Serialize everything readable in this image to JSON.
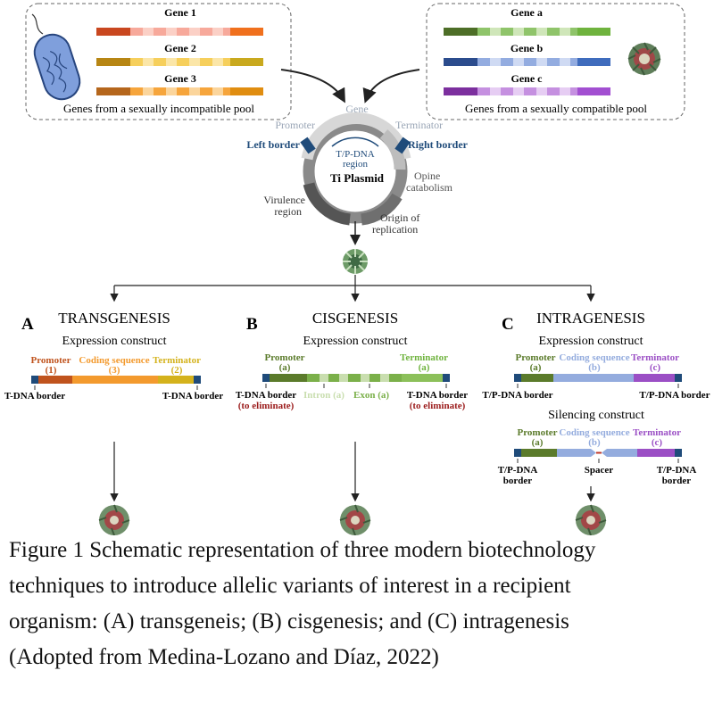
{
  "top": {
    "left_pool": {
      "genes": [
        "Gene 1",
        "Gene 2",
        "Gene 3"
      ],
      "caption": "Genes from a sexually incompatible pool"
    },
    "right_pool": {
      "genes": [
        "Gene a",
        "Gene b",
        "Gene c"
      ],
      "caption": "Genes from a sexually compatible pool"
    }
  },
  "plasmid": {
    "name": "Ti Plasmid",
    "region": [
      "T/P-DNA",
      "region"
    ],
    "gene": "Gene",
    "promoter": "Promoter",
    "terminator": "Terminator",
    "left_border": "Left border",
    "right_border": "Right border",
    "opine": [
      "Opine",
      "catabolism"
    ],
    "virulence": [
      "Virulence",
      "region"
    ],
    "origin": [
      "Origin of",
      "replication"
    ]
  },
  "panels": {
    "a": {
      "letter": "A",
      "title": "TRANSGENESIS",
      "subtitle": "Expression construct",
      "promoter": [
        "Promoter",
        "(1)"
      ],
      "coding": [
        "Coding sequence",
        "(3)"
      ],
      "terminator": [
        "Terminator",
        "(2)"
      ],
      "border_left": "T-DNA border",
      "border_right": "T-DNA border"
    },
    "b": {
      "letter": "B",
      "title": "CISGENESIS",
      "subtitle": "Expression construct",
      "promoter": [
        "Promoter",
        "(a)"
      ],
      "terminator": [
        "Terminator",
        "(a)"
      ],
      "border_left": [
        "T-DNA border",
        "(to eliminate)"
      ],
      "border_right": [
        "T-DNA border",
        "(to eliminate)"
      ],
      "intron": "Intron (a)",
      "exon": "Exon (a)"
    },
    "c": {
      "letter": "C",
      "title": "INTRAGENESIS",
      "subtitle": "Expression construct",
      "promoter": [
        "Promoter",
        "(a)"
      ],
      "coding": [
        "Coding sequence",
        "(b)"
      ],
      "terminator": [
        "Terminator",
        "(c)"
      ],
      "border_left": "T/P-DNA border",
      "border_right": "T/P-DNA border",
      "silencing": {
        "title": "Silencing construct",
        "promoter": [
          "Promoter",
          "(a)"
        ],
        "coding": [
          "Coding sequence",
          "(b)"
        ],
        "terminator": [
          "Terminator",
          "(c)"
        ],
        "border_left": [
          "T/P-DNA",
          "border"
        ],
        "spacer": "Spacer",
        "border_right": [
          "T/P-DNA",
          "border"
        ]
      }
    }
  },
  "caption": [
    "Figure 1 Schematic representation of three modern biotechnology",
    "techniques to introduce allelic variants of interest in a recipient",
    "organism: (A) transgeneis; (B) cisgenesis; and (C) intragenesis",
    "(Adopted from Medina-Lozano and Díaz, 2022)"
  ],
  "colors": {
    "promoter_a": "#c0531d",
    "coding_a": "#f39a2e",
    "terminator_a": "#d4b21c",
    "promoter_b": "#5b7b2b",
    "exon_b": "#7bb04a",
    "intron_b": "#c9deaf",
    "coding_c": "#94acde",
    "terminator_c": "#9b4fc5",
    "border": "#1f4b7a"
  }
}
